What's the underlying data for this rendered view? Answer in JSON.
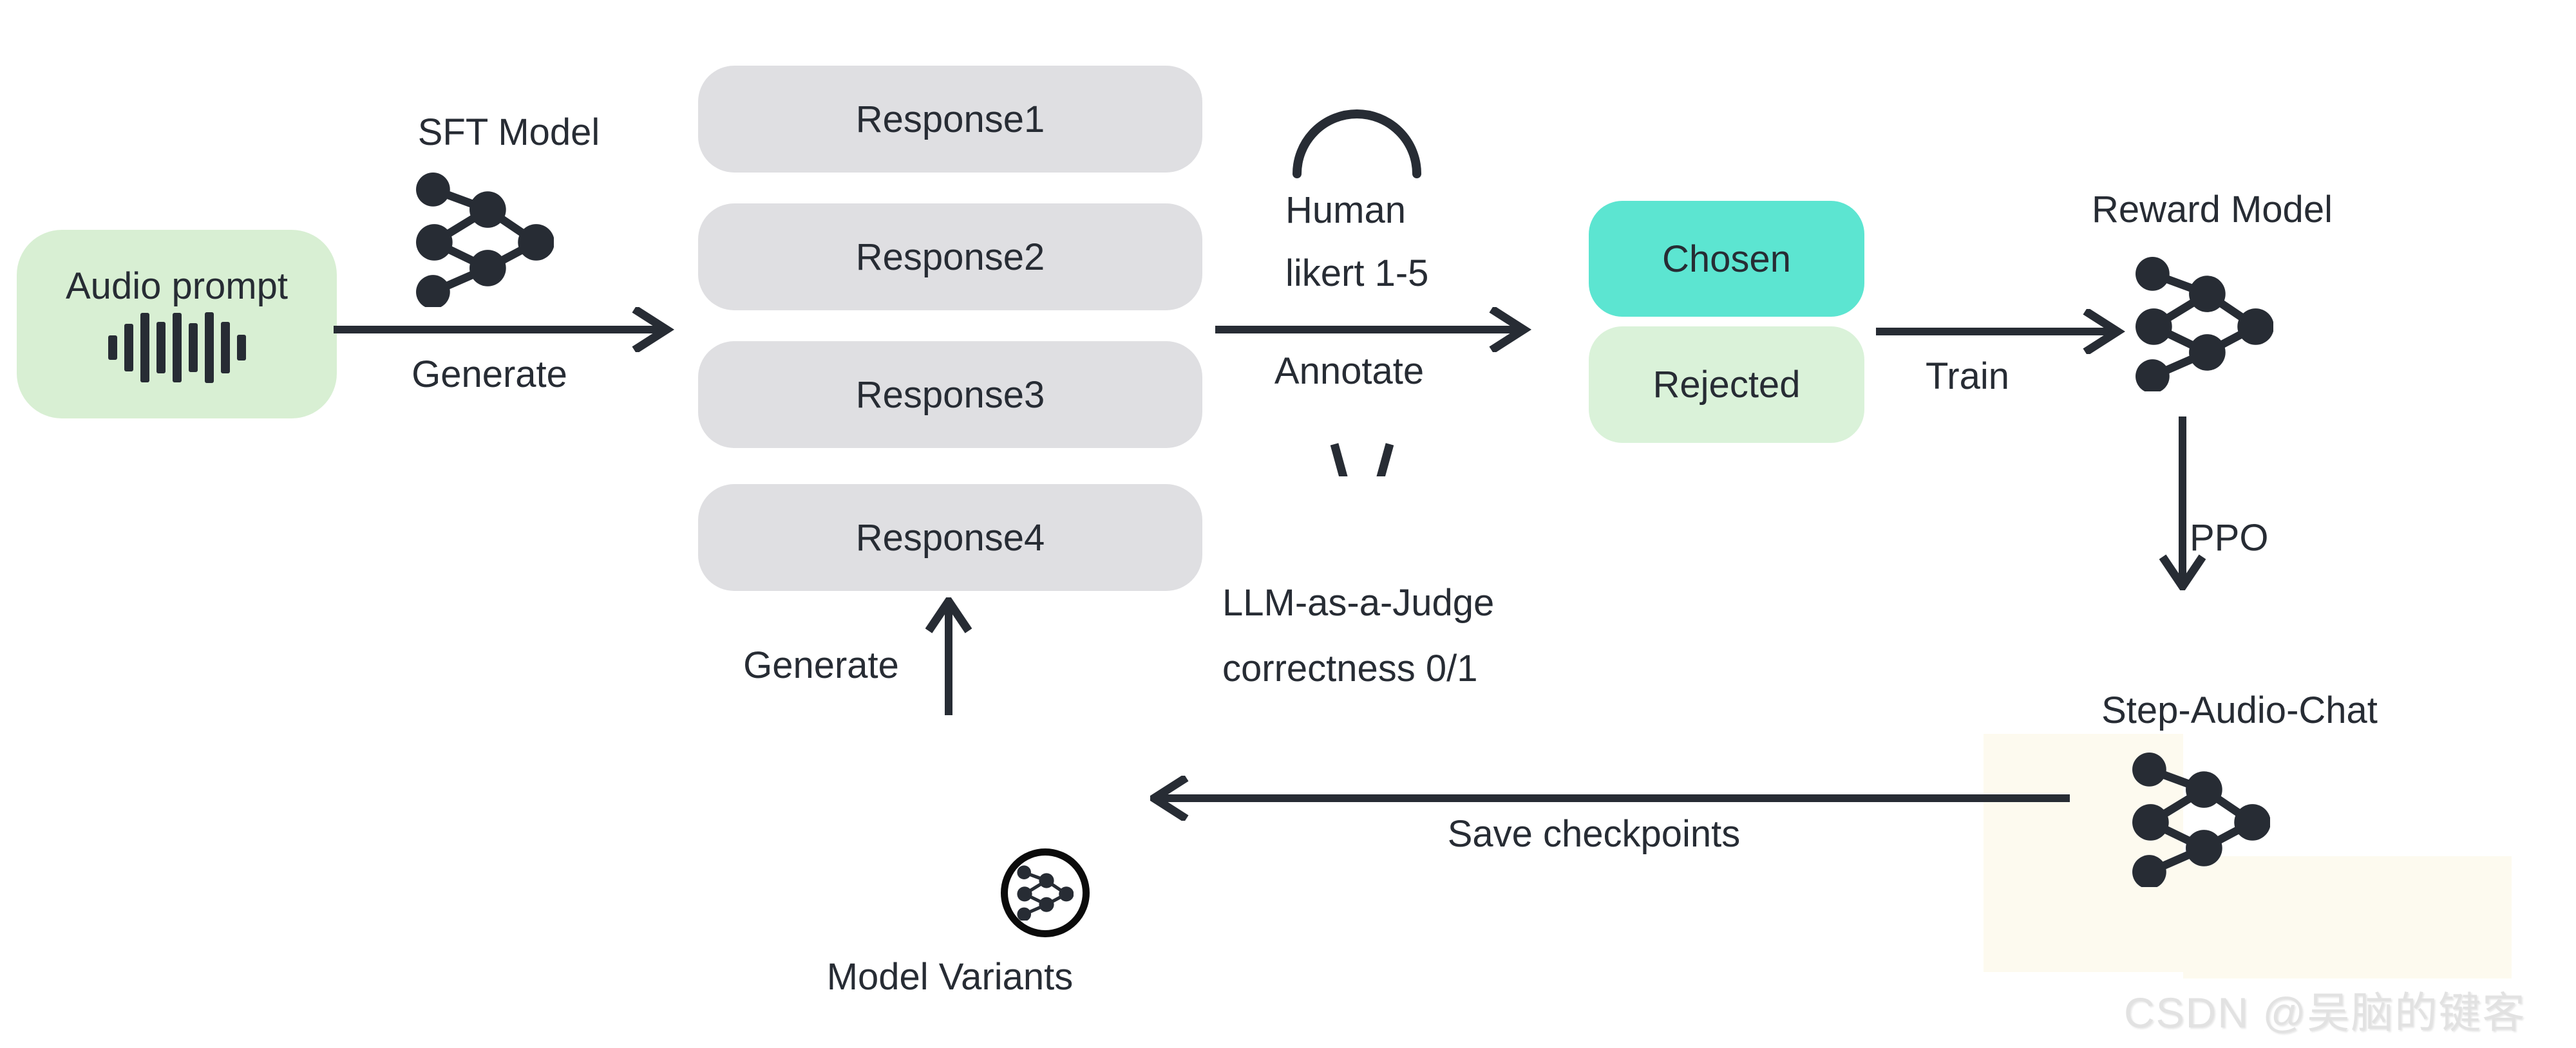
{
  "palette": {
    "ink": "#272c34",
    "audio_prompt_bg": "#d8efd3",
    "rejected_bg": "#daf2d9",
    "response_bg": "#dfdfe2",
    "chosen_bg": "#5ce5d1",
    "watermark_color": "#e2e2e2"
  },
  "nodes": {
    "audio_prompt": {
      "label": "Audio prompt"
    },
    "sft_model": {
      "label": "SFT Model"
    },
    "responses": [
      "Response1",
      "Response2",
      "Response3",
      "Response4"
    ],
    "human": {
      "line1": "Human",
      "line2": "likert 1-5"
    },
    "llm_judge": {
      "line1": "LLM-as-a-Judge",
      "line2": "correctness 0/1"
    },
    "chosen": {
      "label": "Chosen"
    },
    "rejected": {
      "label": "Rejected"
    },
    "reward_model": {
      "label": "Reward Model"
    },
    "step_audio_chat": {
      "label": "Step-Audio-Chat"
    },
    "model_variants": {
      "label": "Model Variants"
    }
  },
  "edges": {
    "generate_sft": {
      "label": "Generate"
    },
    "annotate": {
      "label": "Annotate"
    },
    "train": {
      "label": "Train"
    },
    "ppo": {
      "label": "PPO"
    },
    "save_checkpoints": {
      "label": "Save checkpoints"
    },
    "generate_variants": {
      "label": "Generate"
    }
  },
  "icons": {
    "audio_prompt": "waveform-icon",
    "sft_model": "neural-network-icon",
    "human": "person-icon",
    "llm_judge": "robot-icon",
    "reward_model": "neural-network-icon",
    "step_audio_chat": "neural-network-icon",
    "model_variants": "database-icon",
    "model_variants_badge": "circled-neural-network-icon"
  },
  "watermark": {
    "text": "CSDN @吴脑的键客"
  }
}
